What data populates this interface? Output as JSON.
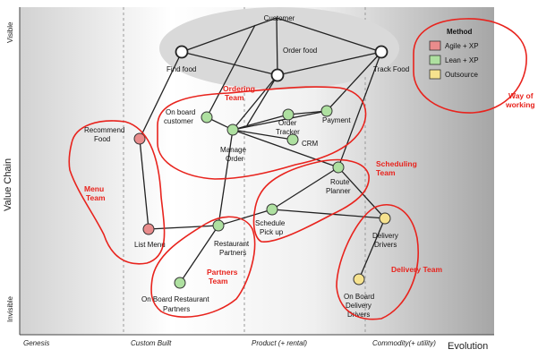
{
  "axes": {
    "y_label": "Value Chain",
    "y_top": "Visible",
    "y_bottom": "Invisible",
    "x_label": "Evolution",
    "stages": [
      "Genesis",
      "Custom Built",
      "Product (+ rental)",
      "Commodity(+ utility)"
    ]
  },
  "user_label": "Customer",
  "legend": {
    "title": "Method",
    "items": [
      {
        "label": "Agile + XP",
        "color": "#e98c8c"
      },
      {
        "label": "Lean + XP",
        "color": "#aee0a0"
      },
      {
        "label": "Outsource",
        "color": "#f6e28e"
      }
    ]
  },
  "colors": {
    "user_node": "#ffffff",
    "annotation_red": "#e8231d",
    "customer_ellipse": "#d9d9d9"
  },
  "nodes": {
    "find_food": {
      "label": "Find food",
      "method": "user"
    },
    "order_food": {
      "label": "Order food",
      "method": "user"
    },
    "track_food": {
      "label": "Track Food",
      "method": "user"
    },
    "recommend_food": {
      "label": "Recommend Food",
      "method": "agile"
    },
    "list_menu": {
      "label": "List Menu",
      "method": "agile"
    },
    "onboard_customer": {
      "label": "On board customer",
      "method": "lean"
    },
    "manage_order": {
      "label": "Manage Order",
      "method": "lean"
    },
    "order_tracker": {
      "label": "Order Tracker",
      "method": "lean"
    },
    "payment": {
      "label": "Payment",
      "method": "lean"
    },
    "crm": {
      "label": "CRM",
      "method": "lean"
    },
    "route_planner": {
      "label": "Route Planner",
      "method": "lean"
    },
    "schedule_pickup": {
      "label": "Schedule Pick up",
      "method": "lean"
    },
    "restaurant_partners": {
      "label": "Restaurant Partners",
      "method": "lean"
    },
    "onboard_restaurant": {
      "label": "On Board Restaurant Partners",
      "method": "lean"
    },
    "delivery_drivers": {
      "label": "Delivery Drivers",
      "method": "outsource"
    },
    "onboard_drivers": {
      "label": "On Board Delivery Drivers",
      "method": "outsource"
    }
  },
  "teams": {
    "ordering": "Ordering Team",
    "menu": "Menu Team",
    "scheduling": "Scheduling Team",
    "partners": "Partners Team",
    "delivery": "Delivery Team",
    "way": "Way of working"
  }
}
